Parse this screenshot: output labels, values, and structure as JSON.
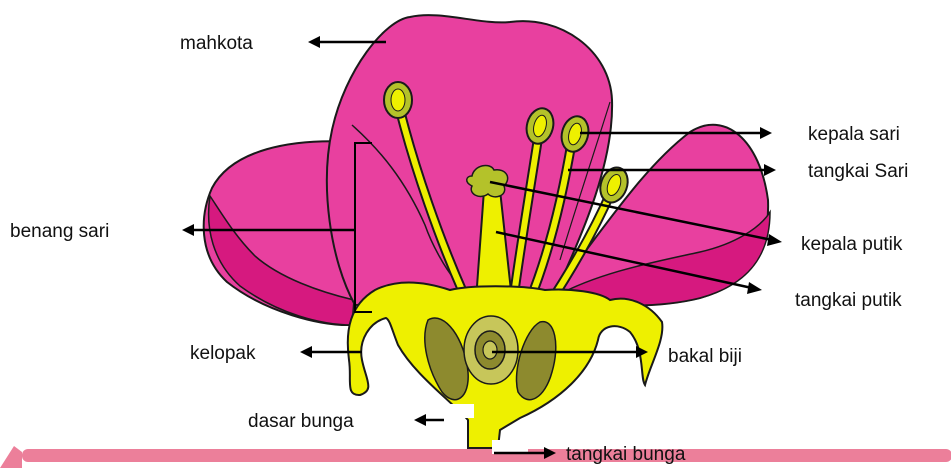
{
  "labels": {
    "mahkota": "mahkota",
    "kepala_sari": "kepala sari",
    "tangkai_sari": "tangkai Sari",
    "benang_sari": "benang sari",
    "kepala_putik": "kepala putik",
    "tangkai_putik": "tangkai putik",
    "kelopak": "kelopak",
    "bakal_biji": "bakal biji",
    "dasar_bunga": "dasar bunga",
    "tangkai_bunga": "tangkai bunga"
  },
  "colors": {
    "petal": "#e8409f",
    "petal_dark": "#d6197f",
    "sepal": "#eef000",
    "ovule": "#8d8a2e",
    "ovule_light": "#c7c65a",
    "stigma": "#b4c22a",
    "bar": "#ec7f9a"
  }
}
